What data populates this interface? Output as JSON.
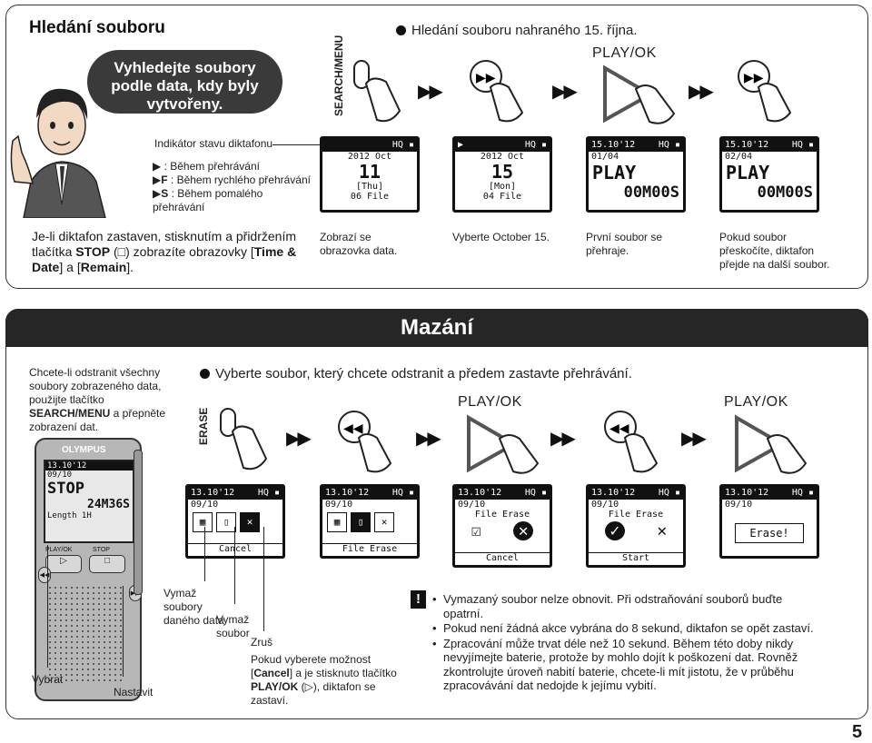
{
  "top_panel": {
    "title": "Hledání souboru",
    "bubble": "Vyhledejte soubory podle data, kdy byly vytvořeny.",
    "search_menu_label": "SEARCH/MENU",
    "headline": "Hledání souboru nahraného 15. října.",
    "playok_label": "PLAY/OK",
    "indicator_title": "Indikátor stavu diktafonu",
    "indicators": [
      {
        "symbol": "▶",
        "text": ": Během přehrávání"
      },
      {
        "symbol": "▶F",
        "text": ": Během rychlého přehrávání"
      },
      {
        "symbol": "▶S",
        "text": ": Během pomalého přehrávání"
      }
    ],
    "body_text_1": "Je-li diktafon zastaven, stisknutím a přidržením",
    "body_text_2a": "tlačítka ",
    "body_text_stop": "STOP",
    "body_text_2b": " (□) zobrazíte obrazovky [",
    "body_text_time": "Time &",
    "body_text_3a": "Date",
    "body_text_3b": "] a [",
    "body_text_remain": "Remain",
    "body_text_3c": "].",
    "screens": [
      {
        "top_left": "",
        "top_right": "HQ ▪",
        "line1": "2012 Oct",
        "big": "11",
        "day": "[Thu]",
        "bottom": "06 File"
      },
      {
        "top_left": "▶",
        "top_right": "HQ ▪",
        "line1": "2012 Oct",
        "big": "15",
        "day": "[Mon]",
        "bottom": "04 File"
      },
      {
        "top_left": "15.10'12",
        "top_right": "HQ ▪",
        "line1": "01/04",
        "big": "PLAY",
        "time": "00M00S"
      },
      {
        "top_left": "15.10'12",
        "top_right": "HQ ▪",
        "line1": "02/04",
        "big": "PLAY",
        "time": "00M00S"
      }
    ],
    "captions": [
      "Zobrazí se obrazovka data.",
      "Vyberte October 15.",
      "První soubor se přehraje.",
      "Pokud soubor přeskočíte, diktafon přejde na další soubor."
    ]
  },
  "bottom_panel": {
    "banner": "Mazání",
    "left_text_1": "Chcete-li odstranit všechny soubory zobrazeného data, použijte tlačítko ",
    "left_text_bold": "SEARCH/MENU",
    "left_text_2": " a přepněte zobrazení dat.",
    "erase_label": "ERASE",
    "headline": "Vyberte soubor, který chcete odstranit a předem zastavte přehrávání.",
    "playok_label": "PLAY/OK",
    "device": {
      "brand": "OLYMPUS",
      "date": "13.10'12",
      "file": "09/10",
      "status": "STOP",
      "time": "24M36S",
      "length": "Length 1H",
      "playok": "PLAY/OK",
      "stop": "STOP"
    },
    "screens": [
      {
        "date": "13.10'12",
        "file": "09/10",
        "bottom": "Cancel",
        "mode": "icons"
      },
      {
        "date": "13.10'12",
        "file": "09/10",
        "bottom": "File Erase",
        "mode": "icons"
      },
      {
        "date": "13.10'12",
        "file": "09/10",
        "center": "File Erase",
        "bottom": "Cancel",
        "mode": "confirm"
      },
      {
        "date": "13.10'12",
        "file": "09/10",
        "center": "File Erase",
        "bottom": "Start",
        "mode": "confirm"
      },
      {
        "date": "13.10'12",
        "file": "09/10",
        "center": "Erase!",
        "mode": "done"
      }
    ],
    "callouts": {
      "vybrat": "Vybrat",
      "nastavit": "Nastavit",
      "vymaz_soubory": "Vymaž soubory daného data",
      "vymaz_soubor": "Vymaž soubor",
      "zrus": "Zruš",
      "cancel_note_1": "Pokud vyberete možnost [",
      "cancel_note_cancel": "Cancel",
      "cancel_note_2": "] a je stisknuto tlačítko ",
      "cancel_note_playok": "PLAY/OK",
      "cancel_note_3": " (▷), diktafon se zastaví."
    },
    "warning_icon": "!",
    "warnings": [
      "Vymazaný soubor nelze obnovit. Při odstraňování souborů buďte opatrní.",
      "Pokud není žádná akce vybrána do 8 sekund, diktafon se opět zastaví.",
      "Zpracování může trvat déle než 10 sekund. Během této doby nikdy nevyjímejte baterie, protože by mohlo dojít k poškození dat. Rovněž zkontrolujte úroveň nabití baterie, chcete-li mít jistotu, že v průběhu zpracovávání dat nedojde k jejímu vybití."
    ]
  },
  "page_number": "5"
}
